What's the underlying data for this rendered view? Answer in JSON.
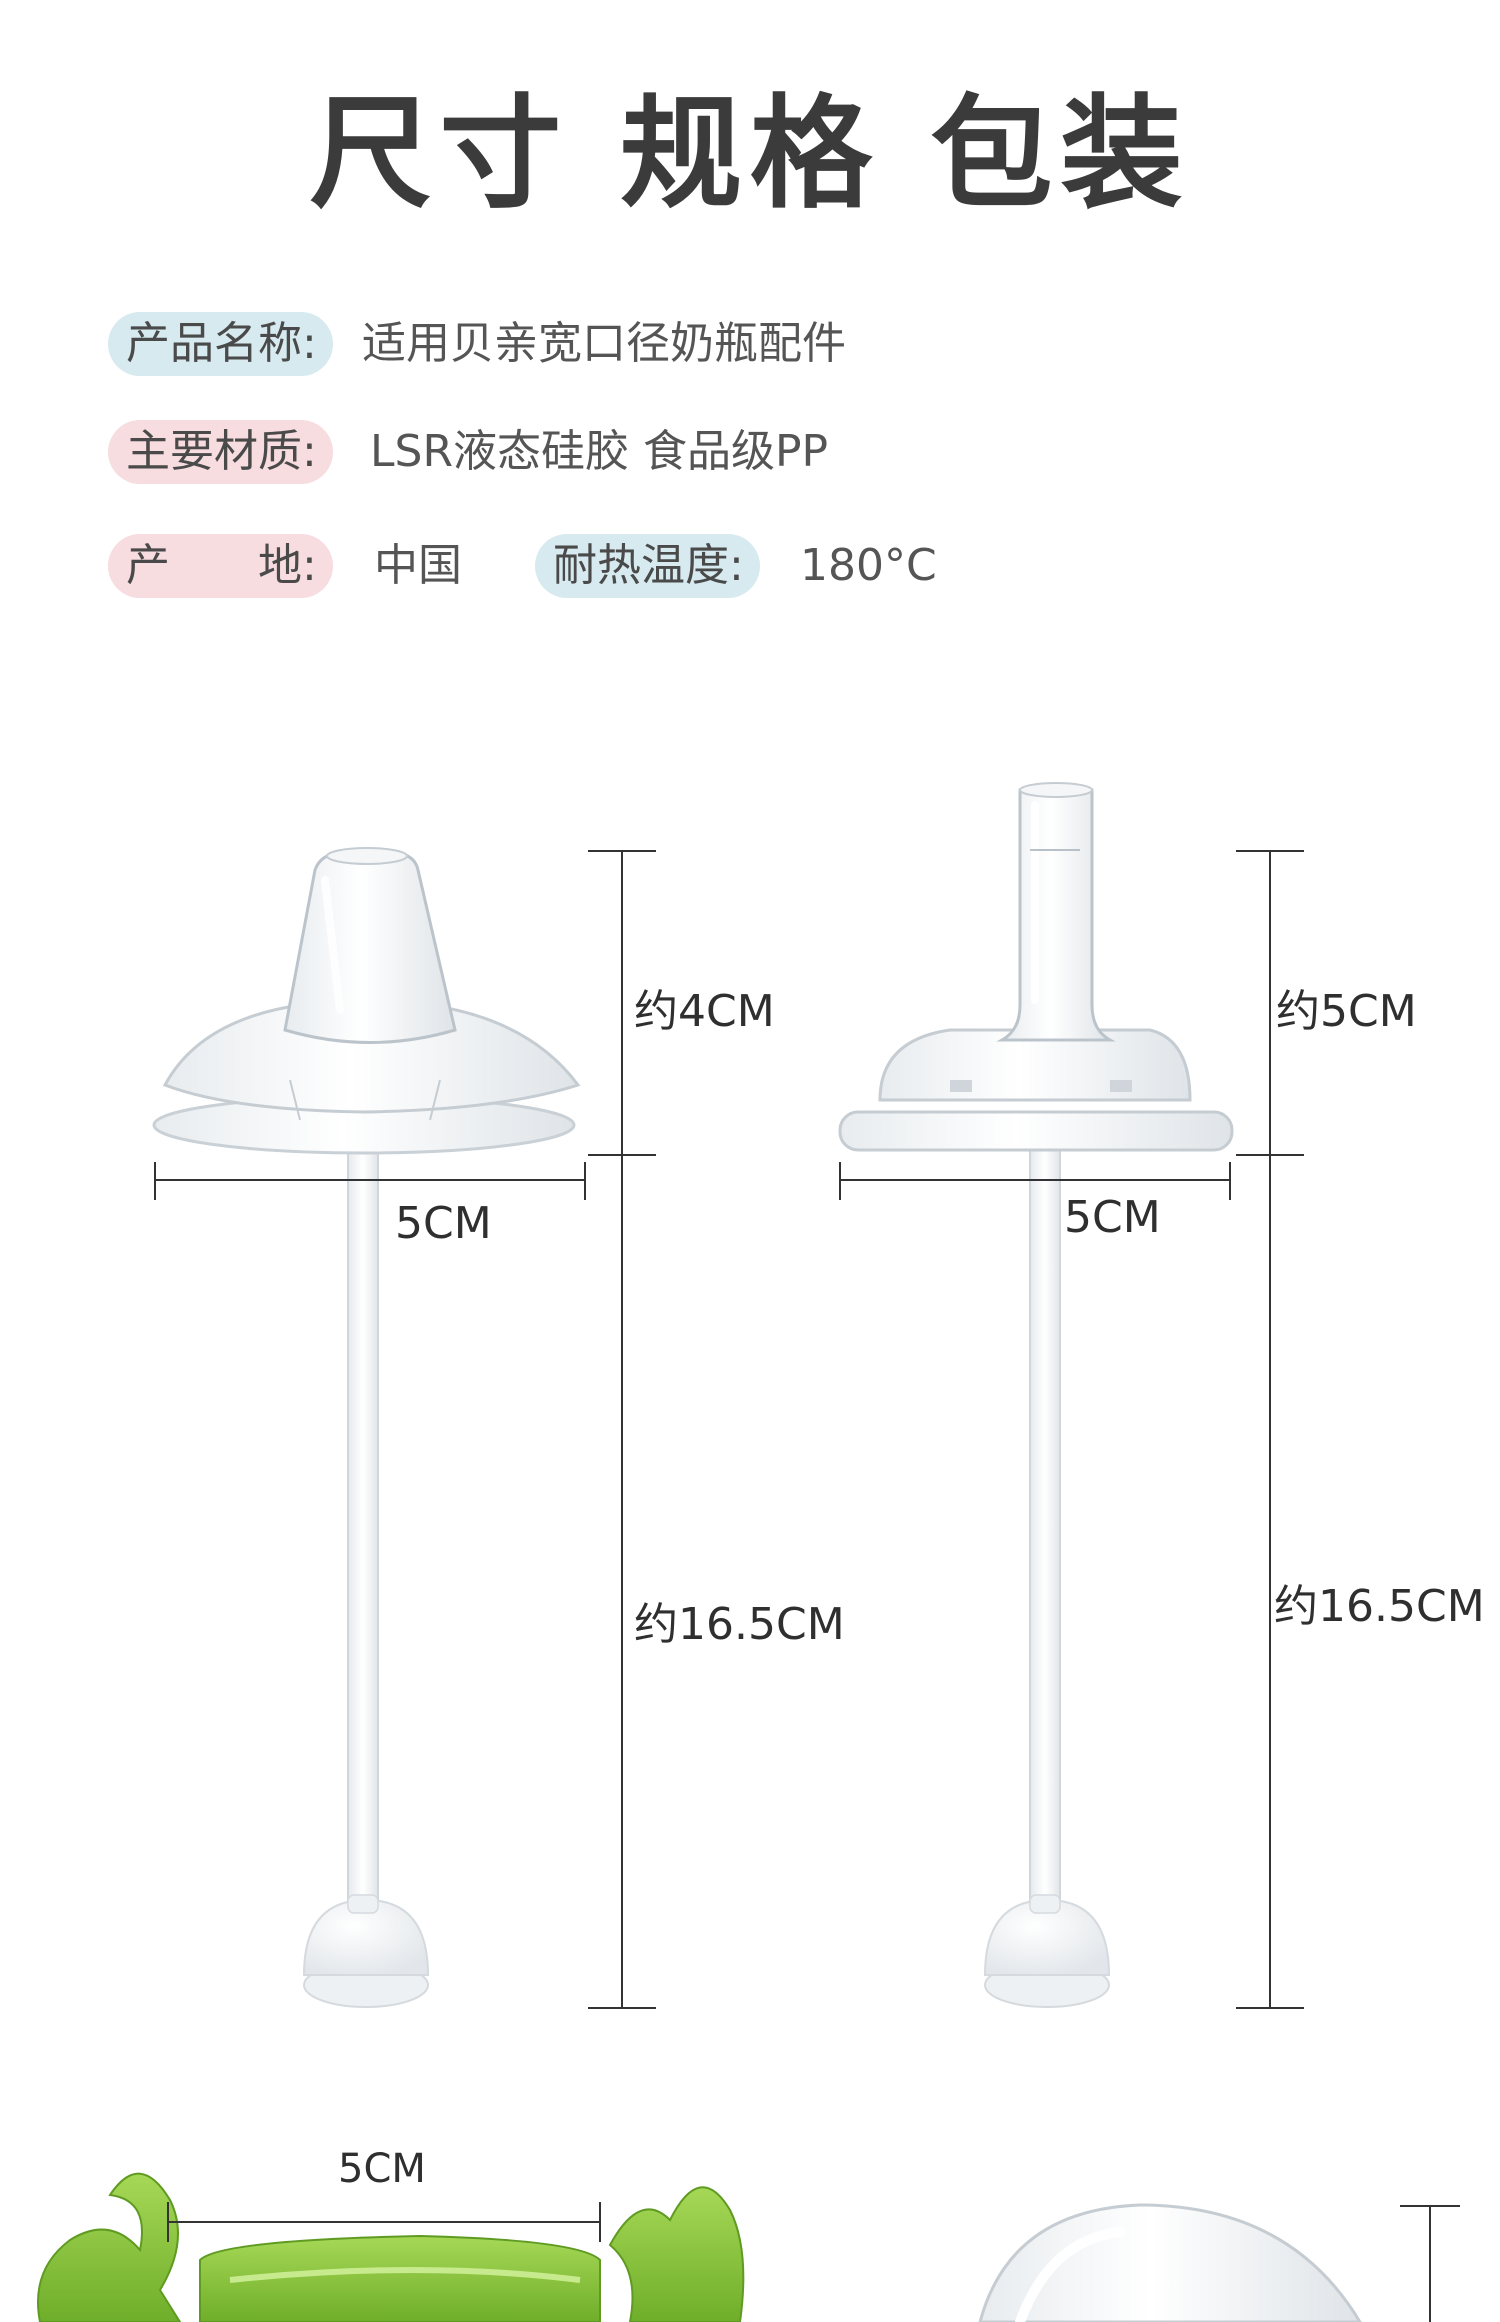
{
  "title": "尺寸 规格 包装",
  "specs": {
    "product_name_label": "产品名称:",
    "product_name_value": "适用贝亲宽口径奶瓶配件",
    "material_label": "主要材质:",
    "material_value": "LSR液态硅胶 食品级PP",
    "origin_label": "产　　地:",
    "origin_value": "中国",
    "heat_label": "耐热温度:",
    "heat_value": "180°C"
  },
  "dimensions": {
    "duckbill_height": "约4CM",
    "duckbill_width": "5CM",
    "duckbill_straw": "约16.5CM",
    "straw_height": "约5CM",
    "straw_width": "5CM",
    "straw_straw": "约16.5CM",
    "handle_width": "5CM"
  },
  "colors": {
    "label_blue": "#d6eaf0",
    "label_pink": "#f7dce0",
    "handle_green": "#8cc63f"
  }
}
